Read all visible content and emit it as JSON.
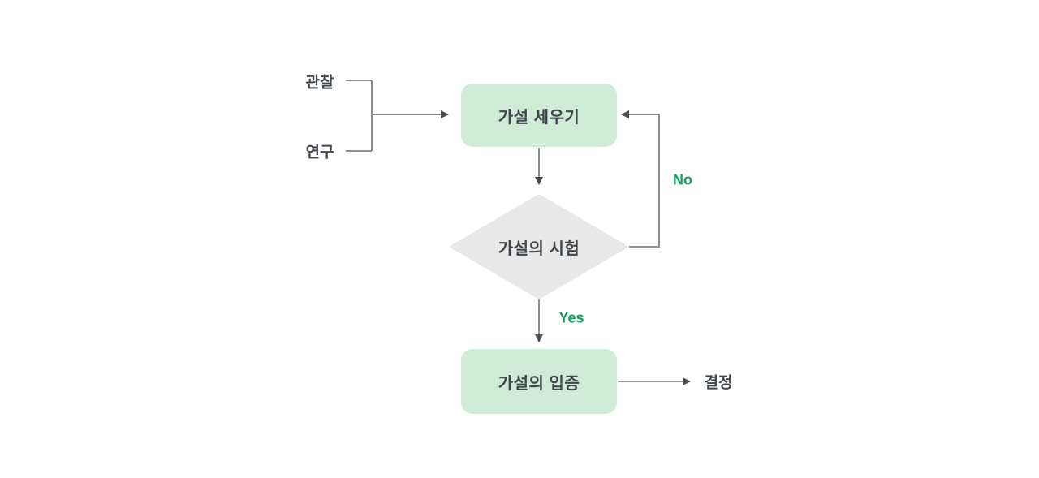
{
  "diagram": {
    "type": "flowchart",
    "inputs": [
      {
        "label": "관찰"
      },
      {
        "label": "연구"
      }
    ],
    "nodes": {
      "set_hypothesis": {
        "label": "가설 세우기",
        "shape": "rounded-rectangle"
      },
      "test_hypothesis": {
        "label": "가설의 시험",
        "shape": "diamond"
      },
      "verify_hypothesis": {
        "label": "가설의 입증",
        "shape": "rounded-rectangle"
      }
    },
    "edge_labels": {
      "yes": "Yes",
      "no": "No"
    },
    "output": {
      "label": "결정"
    },
    "colors": {
      "background": "#ffffff",
      "node_fill": "#cfecd9",
      "diamond_fill": "#e9e9e9",
      "line": "#8a8f93",
      "arrow": "#474d52",
      "text": "#41474c",
      "accent_green": "#0f9d58"
    }
  }
}
